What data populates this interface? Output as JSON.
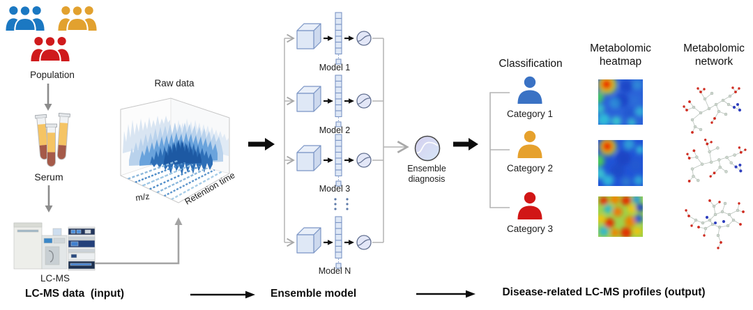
{
  "palette": {
    "group_blue": "#1b78c2",
    "group_orange": "#e2a12f",
    "group_red": "#cf1a1c",
    "line_gray": "#b3b3b3",
    "arrow_black": "#0d0d0d"
  },
  "icons": {
    "population_group": "people-group-icon",
    "category_person": "person-icon",
    "model_input": "tensor-cube-icon",
    "model_features": "feature-vector-icon",
    "activation": "sigmoid-circle-icon"
  },
  "input_column": {
    "population_label": "Population",
    "serum_label": "Serum",
    "lcms_label": "LC-MS",
    "caption": "LC-MS data  (input)"
  },
  "raw_data": {
    "title": "Raw data",
    "axis_x": "m/z",
    "axis_y": "Retention time"
  },
  "ensemble": {
    "models": [
      {
        "label": "Model 1"
      },
      {
        "label": "Model 2"
      },
      {
        "label": "Model 3"
      },
      {
        "label": "Model N"
      }
    ],
    "diagnosis_label": [
      "Ensemble",
      "diagnosis"
    ],
    "caption": "Ensemble model"
  },
  "classification": {
    "title": "Classification",
    "categories": [
      {
        "label": "Category 1",
        "color": "#3a72c4"
      },
      {
        "label": "Category 2",
        "color": "#e6a12d"
      },
      {
        "label": "Category 3",
        "color": "#d11616"
      }
    ]
  },
  "heatmap_column": {
    "title": [
      "Metabolomic",
      "heatmap"
    ]
  },
  "network_column": {
    "title": [
      "Metabolomic",
      "network"
    ]
  },
  "output_caption": "Disease-related LC-MS profiles (output)"
}
